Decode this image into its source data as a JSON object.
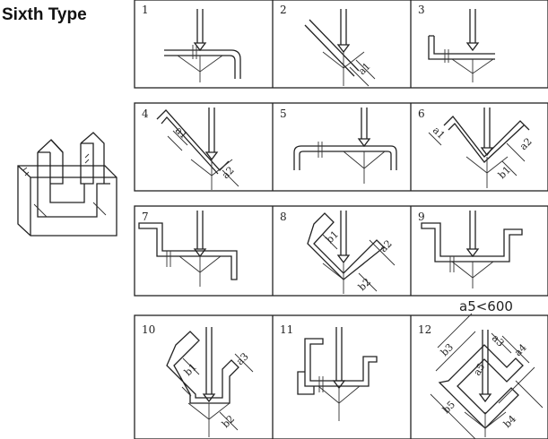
{
  "title": "Sixth Type",
  "note": "a5<600",
  "cells": [
    {
      "number": "1",
      "dims": []
    },
    {
      "number": "2",
      "dims": [
        "a1"
      ]
    },
    {
      "number": "3",
      "dims": []
    },
    {
      "number": "4",
      "dims": [
        "a1",
        "a2"
      ]
    },
    {
      "number": "5",
      "dims": []
    },
    {
      "number": "6",
      "dims": [
        "a1",
        "a2",
        "b1"
      ]
    },
    {
      "number": "7",
      "dims": []
    },
    {
      "number": "8",
      "dims": [
        "b1",
        "a2",
        "b2"
      ]
    },
    {
      "number": "9",
      "dims": []
    },
    {
      "number": "10",
      "dims": [
        "b1",
        "a3",
        "b2"
      ]
    },
    {
      "number": "11",
      "dims": []
    },
    {
      "number": "12",
      "dims": [
        "b3",
        "a3",
        "a5",
        "a4",
        "b5",
        "b4"
      ]
    }
  ]
}
